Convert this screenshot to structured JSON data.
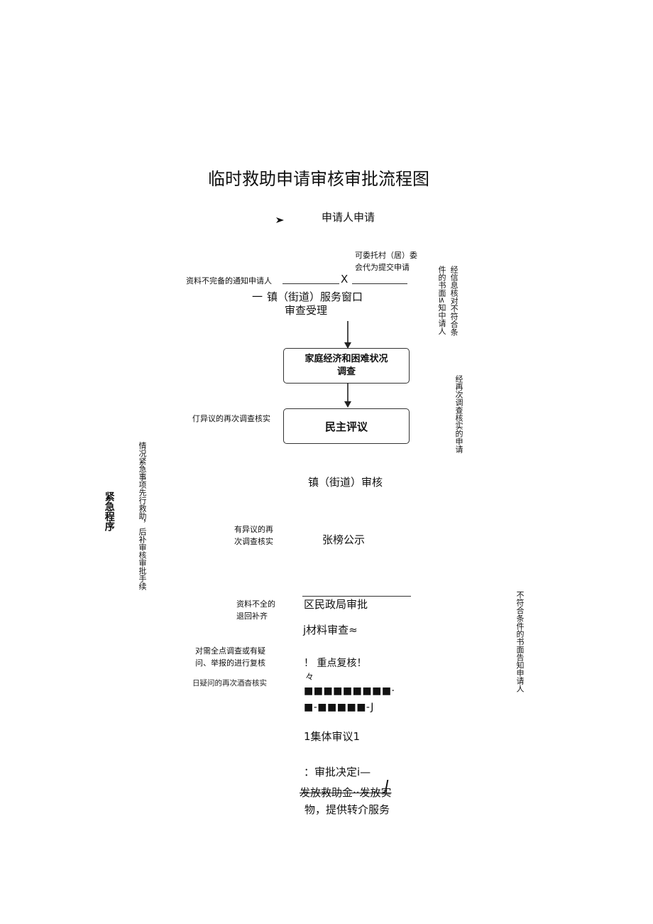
{
  "title": "临时救助申请审核审批流程图",
  "nodes": {
    "apply": "申请人申请",
    "entrust": "可委托村（居）委\n会代为提交申请",
    "notify_incomplete": "资料不完备的通知申请人",
    "x_mark": "X",
    "dash_mark": "一",
    "window": "镇（街道）服务窗口",
    "accept": "审查受理",
    "survey": "家庭经济和困难状况\n调查",
    "review": "民主评议",
    "objection_recheck": "仃异议的再次调查核实",
    "town_audit": "镇（街道）审核",
    "objection_recheck2": "有异议的再\n次调查核实",
    "publicity": "张榜公示",
    "incomplete_return": "资料不全的\n退回补齐",
    "district": "区民政局审批",
    "material_check": "j材料审查≈",
    "key_check_note": "对需全点调查或有疑\n问、举报的进行复核",
    "doubt_recheck": "日疑问的再次酒杳核实",
    "key_review": "！  重点复核！",
    "tilde": "々",
    "squares1": "■■■■■■■■■·",
    "squares2": "■-■■■■■-J",
    "collective": "1集体审议1",
    "decision": "：审批决定i—",
    "release_line1": "发放救助金··发放实",
    "release_j": "J",
    "release_line2": "物，提供转介服务"
  },
  "side_notes": {
    "right1": "经信息核对不符合条\n件的书面≤知中请人",
    "right2": "经再次调查核实的申请",
    "right3": "不符合条件的书面告知申请人",
    "left_emergency": "情况紧急事项先行救助，后补审核审批手续",
    "emergency_label": "紧急程序"
  }
}
